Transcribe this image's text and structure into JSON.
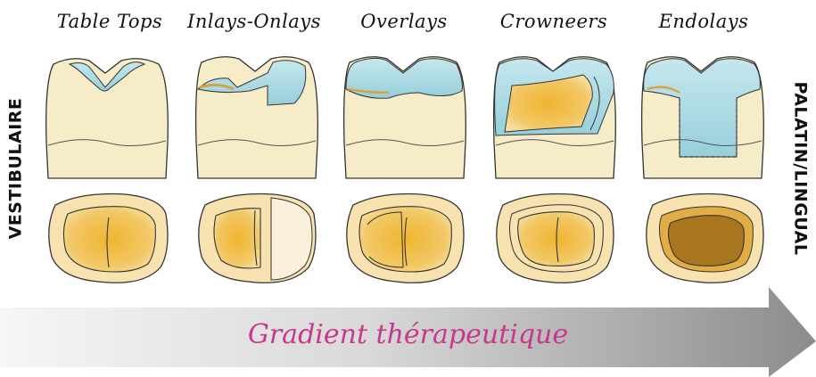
{
  "columns": [
    {
      "title": "Table Tops"
    },
    {
      "title": "Inlays-Onlays"
    },
    {
      "title": "Overlays"
    },
    {
      "title": "Crowneers"
    },
    {
      "title": "Endolays"
    }
  ],
  "left_label": "VESTIBULAIRE",
  "right_label": "PALATIN/LINGUAL",
  "arrow_label": "Gradient thérapeutique",
  "colors": {
    "tooth": "#f7ecc8",
    "restoration_blue": "#a8d8e2",
    "preparation_gold": "#e9b43c",
    "endo_core": "#a8761f",
    "arrow_light": "#f6f6f6",
    "arrow_dark": "#8c8c8c",
    "arrow_text": "#c8378c"
  }
}
